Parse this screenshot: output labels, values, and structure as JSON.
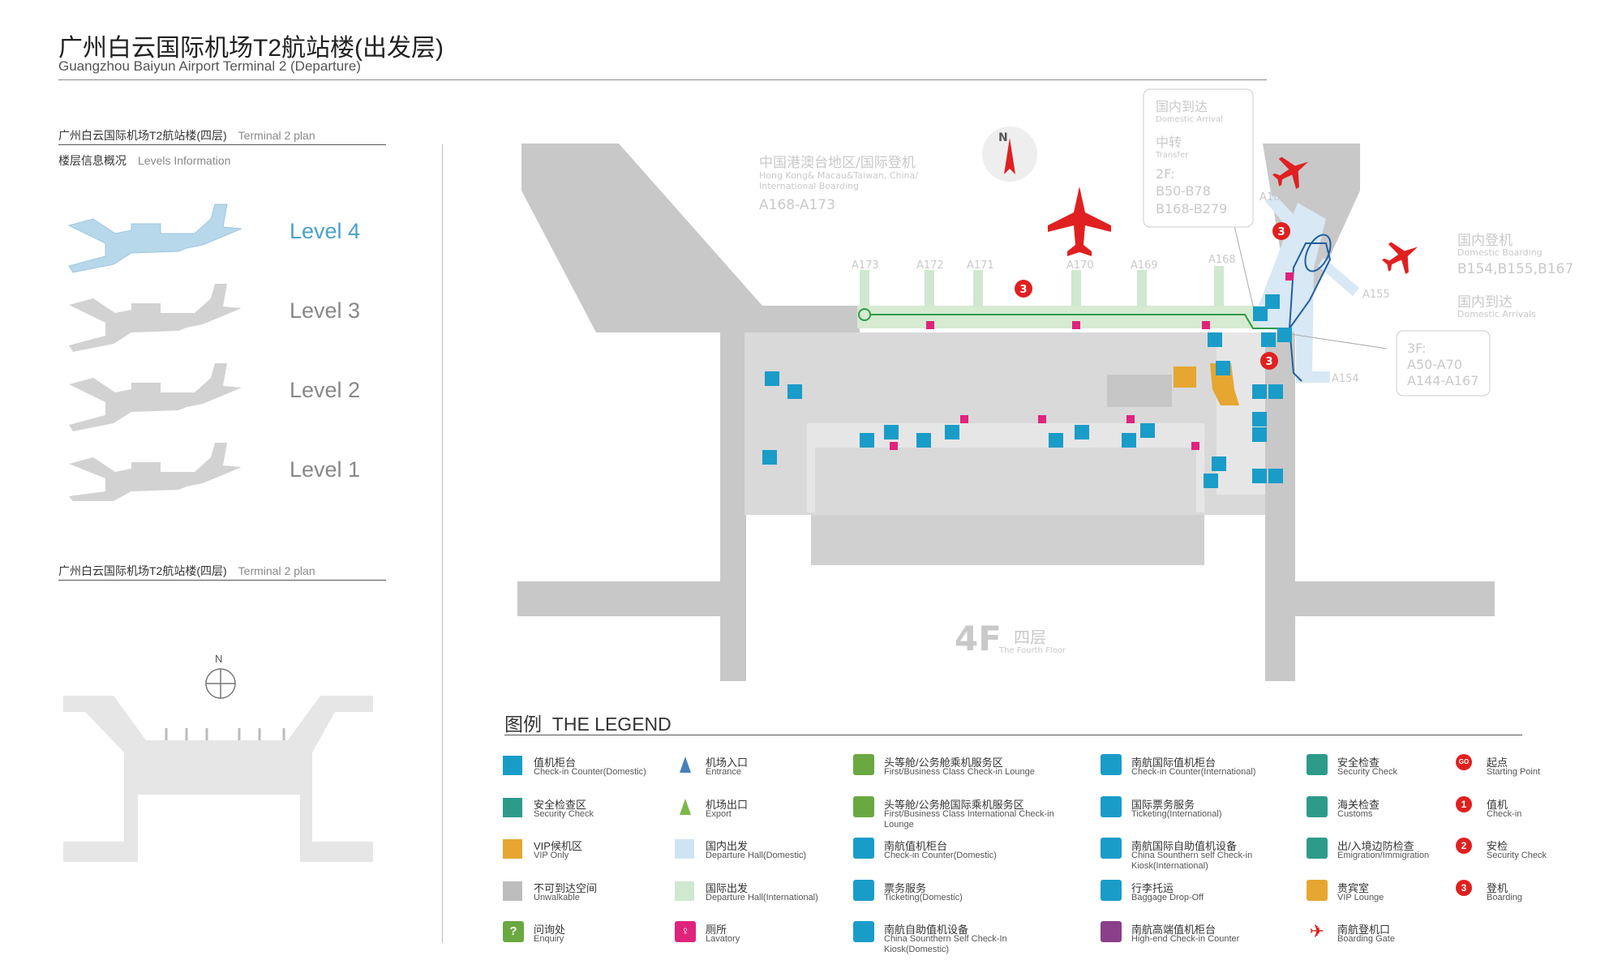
{
  "header": {
    "title_cn": "广州白云国际机场T2航站楼(出发层)",
    "title_en": "Guangzhou Baiyun Airport Terminal 2 (Departure)"
  },
  "sidebar": {
    "plan_heading_cn": "广州白云国际机场T2航站楼(四层)",
    "plan_heading_en": "Terminal 2 plan",
    "levels_heading_cn": "楼层信息概况",
    "levels_heading_en": "Levels Information",
    "levels": [
      "Level 4",
      "Level 3",
      "Level 2",
      "Level 1"
    ],
    "active_level": "Level 4",
    "minimap_heading_cn": "广州白云国际机场T2航站楼(四层)",
    "minimap_heading_en": "Terminal 2 plan",
    "compass_label": "N"
  },
  "map": {
    "compass": "N",
    "intl_boarding_cn": "中国港澳台地区/国际登机",
    "intl_boarding_en_1": "Hong Kong& Macau&Taiwan, China/",
    "intl_boarding_en_2": "International Boarding",
    "intl_gates": "A168-A173",
    "gates": [
      "A173",
      "A172",
      "A171",
      "A170",
      "A169",
      "A168",
      "A167",
      "A155",
      "A154"
    ],
    "callout_domestic_arrival_cn": "国内到达",
    "callout_domestic_arrival_en": "Domestic Arrival",
    "callout_transfer_cn": "中转",
    "callout_transfer_en": "Transfer",
    "callout_2f": "2F:",
    "callout_2f_gates_1": "B50-B78",
    "callout_2f_gates_2": "B168-B279",
    "dom_boarding_cn": "国内登机",
    "dom_boarding_en": "Domestic Boarding",
    "dom_boarding_gates": "B154,B155,B167",
    "dom_arrivals_cn": "国内到达",
    "dom_arrivals_en": "Domestic Arrivals",
    "callout_3f": "3F:",
    "callout_3f_gates_1": "A50-A70",
    "callout_3f_gates_2": "A144-A167",
    "floor_num": "4F",
    "floor_cn": "四层",
    "floor_en": "The Fourth Floor"
  },
  "legend": {
    "title_cn": "图例",
    "title_en": "THE LEGEND",
    "colors": {
      "checkin_domestic": "#1a9cc9",
      "security": "#2d9b8a",
      "vip": "#e6a630",
      "unwalkable": "#bdbdbd",
      "departure_domestic": "#cfe4f2",
      "departure_intl": "#cfe8cf",
      "lavatory": "#e0237c",
      "boarding_red": "#e02020",
      "icon_teal": "#1a9cc9",
      "icon_green": "#6aa842",
      "icon_purple": "#8a3f8a",
      "icon_gold": "#e6a630"
    },
    "items": [
      {
        "cn": "值机柜台",
        "en": "Check-in Counter(Domestic)",
        "icon": "swatch-blue"
      },
      {
        "cn": "安全检查区",
        "en": "Security Check",
        "icon": "swatch-teal"
      },
      {
        "cn": "VIP候机区",
        "en": "VIP Only",
        "icon": "swatch-gold"
      },
      {
        "cn": "不可到达空间",
        "en": "Unwalkable",
        "icon": "swatch-gray"
      },
      {
        "cn": "问询处",
        "en": "Enquiry",
        "icon": "question-icon"
      },
      {
        "cn": "机场入口",
        "en": "Entrance",
        "icon": "entrance-icon"
      },
      {
        "cn": "机场出口",
        "en": "Export",
        "icon": "exit-icon"
      },
      {
        "cn": "国内出发",
        "en": "Departure Hall(Domestic)",
        "icon": "swatch-lightblue"
      },
      {
        "cn": "国际出发",
        "en": "Departure Hall(International)",
        "icon": "swatch-lightgreen"
      },
      {
        "cn": "厕所",
        "en": "Lavatory",
        "icon": "lavatory-icon"
      },
      {
        "cn": "头等舱/公务舱乘机服务区",
        "en": "First/Business Class Check-in Lounge",
        "icon": "first-class-icon"
      },
      {
        "cn": "头等舱/公务舱国际乘机服务区",
        "en": "First/Business Class International Check-in Lounge",
        "icon": "first-class-intl-icon"
      },
      {
        "cn": "南航值机柜台",
        "en": "Check-in Counter(Domestic)",
        "icon": "checkin-counter-icon"
      },
      {
        "cn": "票务服务",
        "en": "Ticketing(Domestic)",
        "icon": "ticketing-icon"
      },
      {
        "cn": "南航自助值机设备",
        "en": "China Sounthern Self Check-In Kiosk(Domestic)",
        "icon": "kiosk-icon"
      },
      {
        "cn": "南航国际值机柜台",
        "en": "Check-in Counter(International)",
        "icon": "intl-checkin-icon"
      },
      {
        "cn": "国际票务服务",
        "en": "Ticketing(International)",
        "icon": "intl-ticketing-icon"
      },
      {
        "cn": "南航国际自助值机设备",
        "en": "China Sounthern self Check-in Kiosk(International)",
        "icon": "intl-kiosk-icon"
      },
      {
        "cn": "行李托运",
        "en": "Baggage Drop-Off",
        "icon": "baggage-icon"
      },
      {
        "cn": "南航高端值机柜台",
        "en": "High-end Check-in Counter",
        "icon": "high-end-icon"
      },
      {
        "cn": "安全检查",
        "en": "Security Check",
        "icon": "security-icon"
      },
      {
        "cn": "海关检查",
        "en": "Customs",
        "icon": "customs-icon"
      },
      {
        "cn": "出/入境边防检查",
        "en": "Emigration/Immigration",
        "icon": "immigration-icon"
      },
      {
        "cn": "贵宾室",
        "en": "VIP Lounge",
        "icon": "vip-lounge-icon"
      },
      {
        "cn": "南航登机口",
        "en": "Boarding Gate",
        "icon": "plane-icon"
      },
      {
        "cn": "起点",
        "en": "Starting Point",
        "icon": "go-icon",
        "glyph": "GO"
      },
      {
        "cn": "值机",
        "en": "Check-in",
        "icon": "step1-icon",
        "glyph": "1"
      },
      {
        "cn": "安检",
        "en": "Security Check",
        "icon": "step2-icon",
        "glyph": "2"
      },
      {
        "cn": "登机",
        "en": "Boarding",
        "icon": "step3-icon",
        "glyph": "3"
      }
    ]
  }
}
